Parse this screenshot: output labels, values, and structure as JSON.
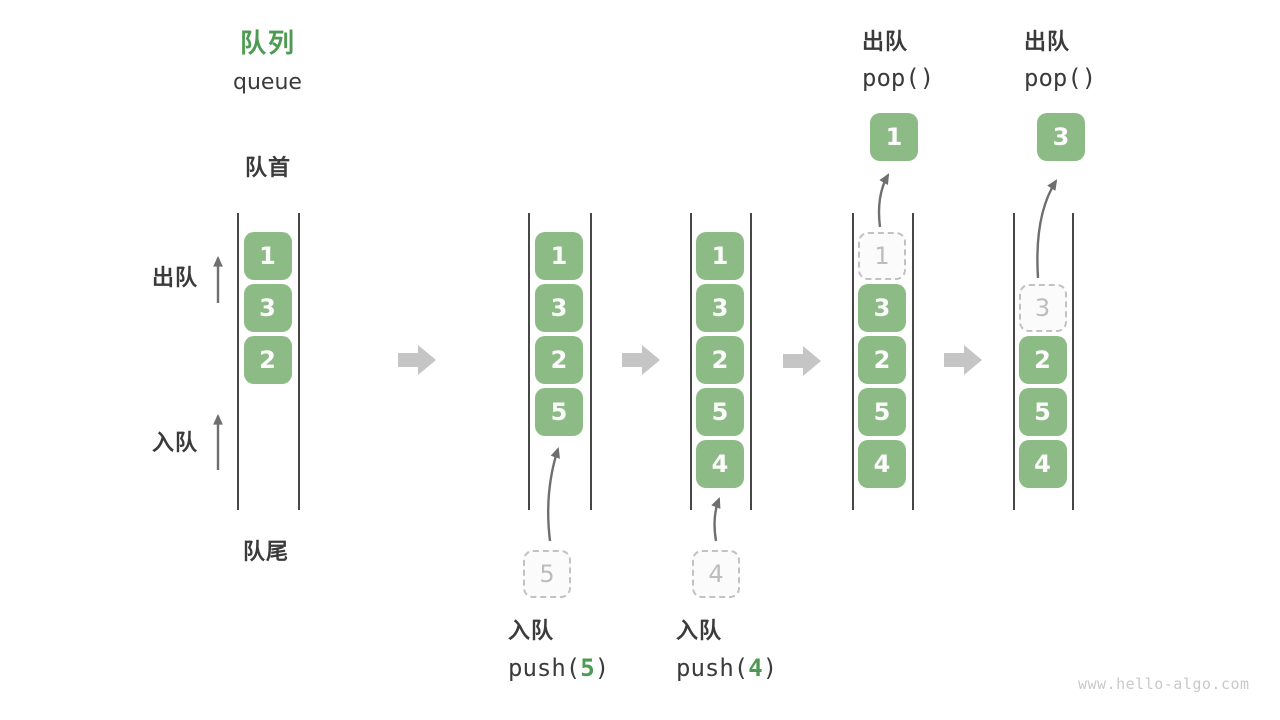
{
  "header": {
    "title_zh": "队列",
    "title_en": "queue"
  },
  "labels": {
    "front": "队首",
    "rear": "队尾",
    "dequeue": "出队",
    "enqueue": "入队"
  },
  "footer": {
    "watermark": "www.hello-algo.com"
  },
  "colors": {
    "box_green": "#8DBB86",
    "accent_green": "#4D9B52",
    "text_dark": "#3B3B3B",
    "block_arrow_gray": "#C5C5C5",
    "thin_arrow_gray": "#6F6F6F",
    "dashed_gray": "#C2C2C2",
    "wall_gray": "#474747",
    "watermark_gray": "#C9C9C9"
  },
  "states": [
    {
      "boxes": [
        {
          "row": 0,
          "value": "1",
          "dashed": false
        },
        {
          "row": 1,
          "value": "3",
          "dashed": false
        },
        {
          "row": 2,
          "value": "2",
          "dashed": false
        }
      ]
    },
    {
      "boxes": [
        {
          "row": 0,
          "value": "1",
          "dashed": false
        },
        {
          "row": 1,
          "value": "3",
          "dashed": false
        },
        {
          "row": 2,
          "value": "2",
          "dashed": false
        },
        {
          "row": 3,
          "value": "5",
          "dashed": false
        }
      ],
      "incoming": {
        "value": "5"
      },
      "operation": {
        "name": "入队",
        "before": "push(",
        "arg": "5",
        "after": ")"
      }
    },
    {
      "boxes": [
        {
          "row": 0,
          "value": "1",
          "dashed": false
        },
        {
          "row": 1,
          "value": "3",
          "dashed": false
        },
        {
          "row": 2,
          "value": "2",
          "dashed": false
        },
        {
          "row": 3,
          "value": "5",
          "dashed": false
        },
        {
          "row": 4,
          "value": "4",
          "dashed": false
        }
      ],
      "incoming": {
        "value": "4"
      },
      "operation": {
        "name": "入队",
        "before": "push(",
        "arg": "4",
        "after": ")"
      }
    },
    {
      "boxes": [
        {
          "row": 0,
          "value": "1",
          "dashed": true
        },
        {
          "row": 1,
          "value": "3",
          "dashed": false
        },
        {
          "row": 2,
          "value": "2",
          "dashed": false
        },
        {
          "row": 3,
          "value": "5",
          "dashed": false
        },
        {
          "row": 4,
          "value": "4",
          "dashed": false
        }
      ],
      "outgoing": {
        "value": "1"
      },
      "operation": {
        "name": "出队",
        "before": "pop(",
        "arg": "",
        "after": ")"
      }
    },
    {
      "boxes": [
        {
          "row": 1,
          "value": "3",
          "dashed": true
        },
        {
          "row": 2,
          "value": "2",
          "dashed": false
        },
        {
          "row": 3,
          "value": "5",
          "dashed": false
        },
        {
          "row": 4,
          "value": "4",
          "dashed": false
        }
      ],
      "outgoing": {
        "value": "3"
      },
      "operation": {
        "name": "出队",
        "before": "pop(",
        "arg": "",
        "after": ")"
      }
    }
  ]
}
